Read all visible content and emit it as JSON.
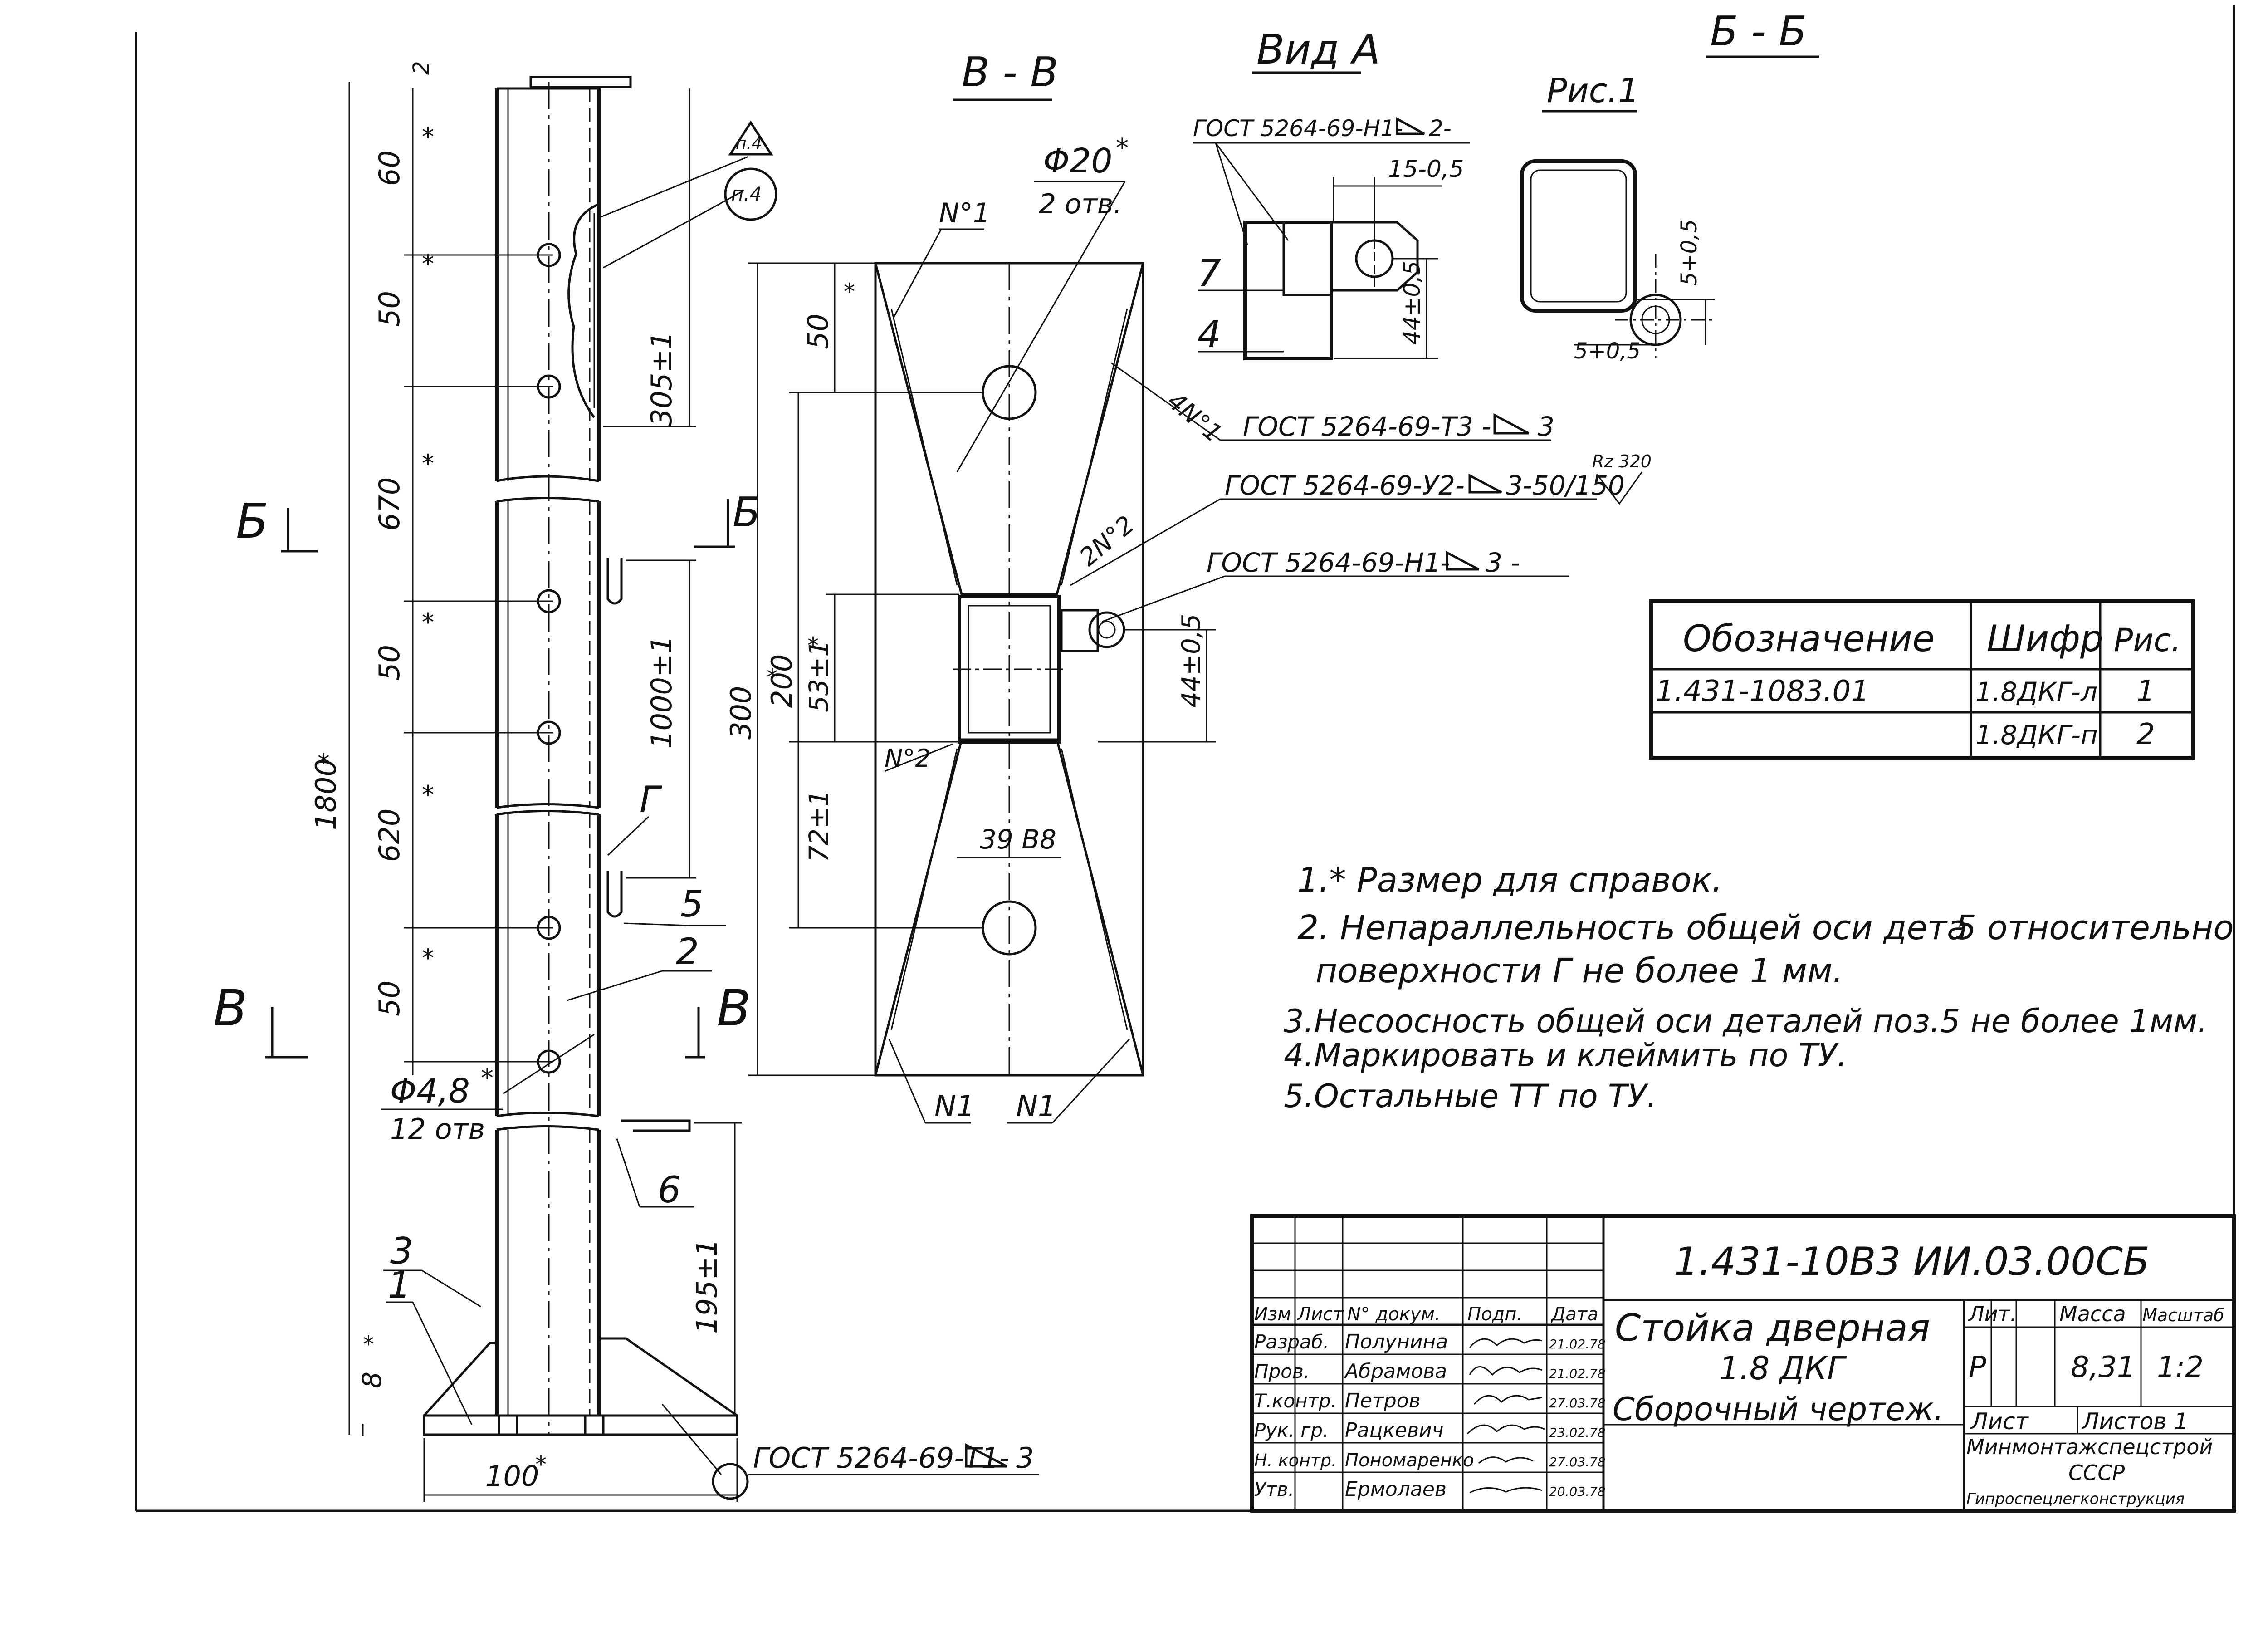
{
  "views": {
    "vv": "В - В",
    "vid_a": "Вид А",
    "bb": "Б - Б",
    "ris1": "Рис.1"
  },
  "left_view": {
    "dims": {
      "d_top": "2",
      "d60": "60",
      "d50a": "50",
      "d670": "670",
      "d50b": "50",
      "d620": "620",
      "d50c": "50",
      "d1800": "1800",
      "d305": "305±1",
      "d1000": "1000±1",
      "d195": "195±1",
      "d8": "8",
      "d100": "100"
    },
    "star": "*",
    "section_b": "Б",
    "section_v": "В",
    "label_g": "Г",
    "pos": {
      "p1": "1",
      "p2": "2",
      "p3": "3",
      "p5": "5",
      "p6": "6"
    },
    "hole_dia": "Φ4,8",
    "hole_count": "12 отв",
    "tri_note": "п.4",
    "circle_note": "п.4",
    "weld_bottom": "ГОСТ 5264-69-Т1-",
    "weld_bottom_sym": "3"
  },
  "section_vv": {
    "hole_dia": "Φ20",
    "hole_count": "2 отв.",
    "n1_top": "N°1",
    "n1_bl": "N1",
    "n1_br": "N1",
    "n4n1": "4N°1",
    "n2n2": "2N°2",
    "n2": "N°2",
    "d50": "50",
    "d300": "300",
    "d200": "200",
    "d53": "53±1",
    "d72": "72±1",
    "d39": "39 В8",
    "d44": "44±0,5",
    "weld1": "ГОСТ 5264-69-Т3 -",
    "weld1_sym": "3",
    "weld2": "ГОСТ 5264-69-У2-",
    "weld2_sym": "3-50/150",
    "rz": "Rz 320",
    "weld3": "ГОСТ 5264-69-Н1-",
    "weld3_sym": "3 -"
  },
  "view_a": {
    "weld": "ГОСТ 5264-69-Н1-",
    "weld_sym": "2-",
    "d15": "15-0,5",
    "d44": "44±0,5",
    "p7": "7",
    "p4": "4"
  },
  "section_bb": {
    "d5v": "5+0,5",
    "d5h": "5+0,5"
  },
  "spec_table": {
    "headers": [
      "Обозначение",
      "Шифр",
      "Рис."
    ],
    "rows": [
      [
        "1.431-1083.01",
        "1.8ДКГ-л",
        "1"
      ],
      [
        "",
        "1.8ДКГ-п",
        "2"
      ]
    ]
  },
  "notes": [
    "1.* Размер для справок.",
    "2. Непараллельность общей оси дета",
    "5 относительно",
    "поверхности Г не более  1 мм.",
    "3.Несоосность общей оси деталей поз.5 не более 1мм.",
    "4.Маркировать  и клеймить по ТУ.",
    "5.Остальные  ТТ  по ТУ."
  ],
  "title_block": {
    "doc_code": "1.431-10B3 ИИ.03.00СБ",
    "name1": "Стойка  дверная",
    "name2": "1.8 ДКГ",
    "name3": "Сборочный  чертеж.",
    "col_headers": [
      "Изм",
      "Лист",
      "N° докум.",
      "Подп.",
      "Дата"
    ],
    "roles": [
      {
        "role": "Разраб.",
        "name": "Полунина",
        "date": "21.02.78"
      },
      {
        "role": "Пров.",
        "name": "Абрамова",
        "date": "21.02.78"
      },
      {
        "role": "Т.контр.",
        "name": "Петров",
        "date": "27.03.78"
      },
      {
        "role": "Рук. гр.",
        "name": "Рацкевич",
        "date": "23.02.78"
      },
      {
        "role": "Н. контр.",
        "name": "Пономаренко",
        "date": "27.03.78"
      },
      {
        "role": "Утв.",
        "name": "Ермолаев",
        "date": "20.03.78"
      }
    ],
    "lit_label": "Лит.",
    "mass_label": "Масса",
    "scale_label": "Масштаб",
    "lit": "Р",
    "mass": "8,31",
    "scale": "1:2",
    "sheet_label": "Лист",
    "sheets_label": "Листов 1",
    "org1": "Минмонтажспецстрой",
    "org2": "СССР",
    "org3": "Гипроспецлегконструкция"
  }
}
